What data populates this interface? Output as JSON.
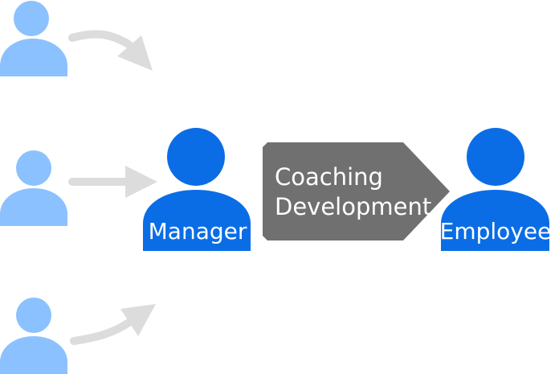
{
  "colors": {
    "light_person": "#8cc1ff",
    "dark_person": "#0a6de6",
    "arrow": "#dcdcdc",
    "process_box": "#707070",
    "label_text": "#ffffff"
  },
  "nodes": {
    "manager": {
      "label": "Manager"
    },
    "employee": {
      "label": "Employee"
    }
  },
  "process": {
    "line1": "Coaching",
    "line2": "Development"
  },
  "icons": {
    "person": "person-icon",
    "arrow": "arrow-icon"
  }
}
